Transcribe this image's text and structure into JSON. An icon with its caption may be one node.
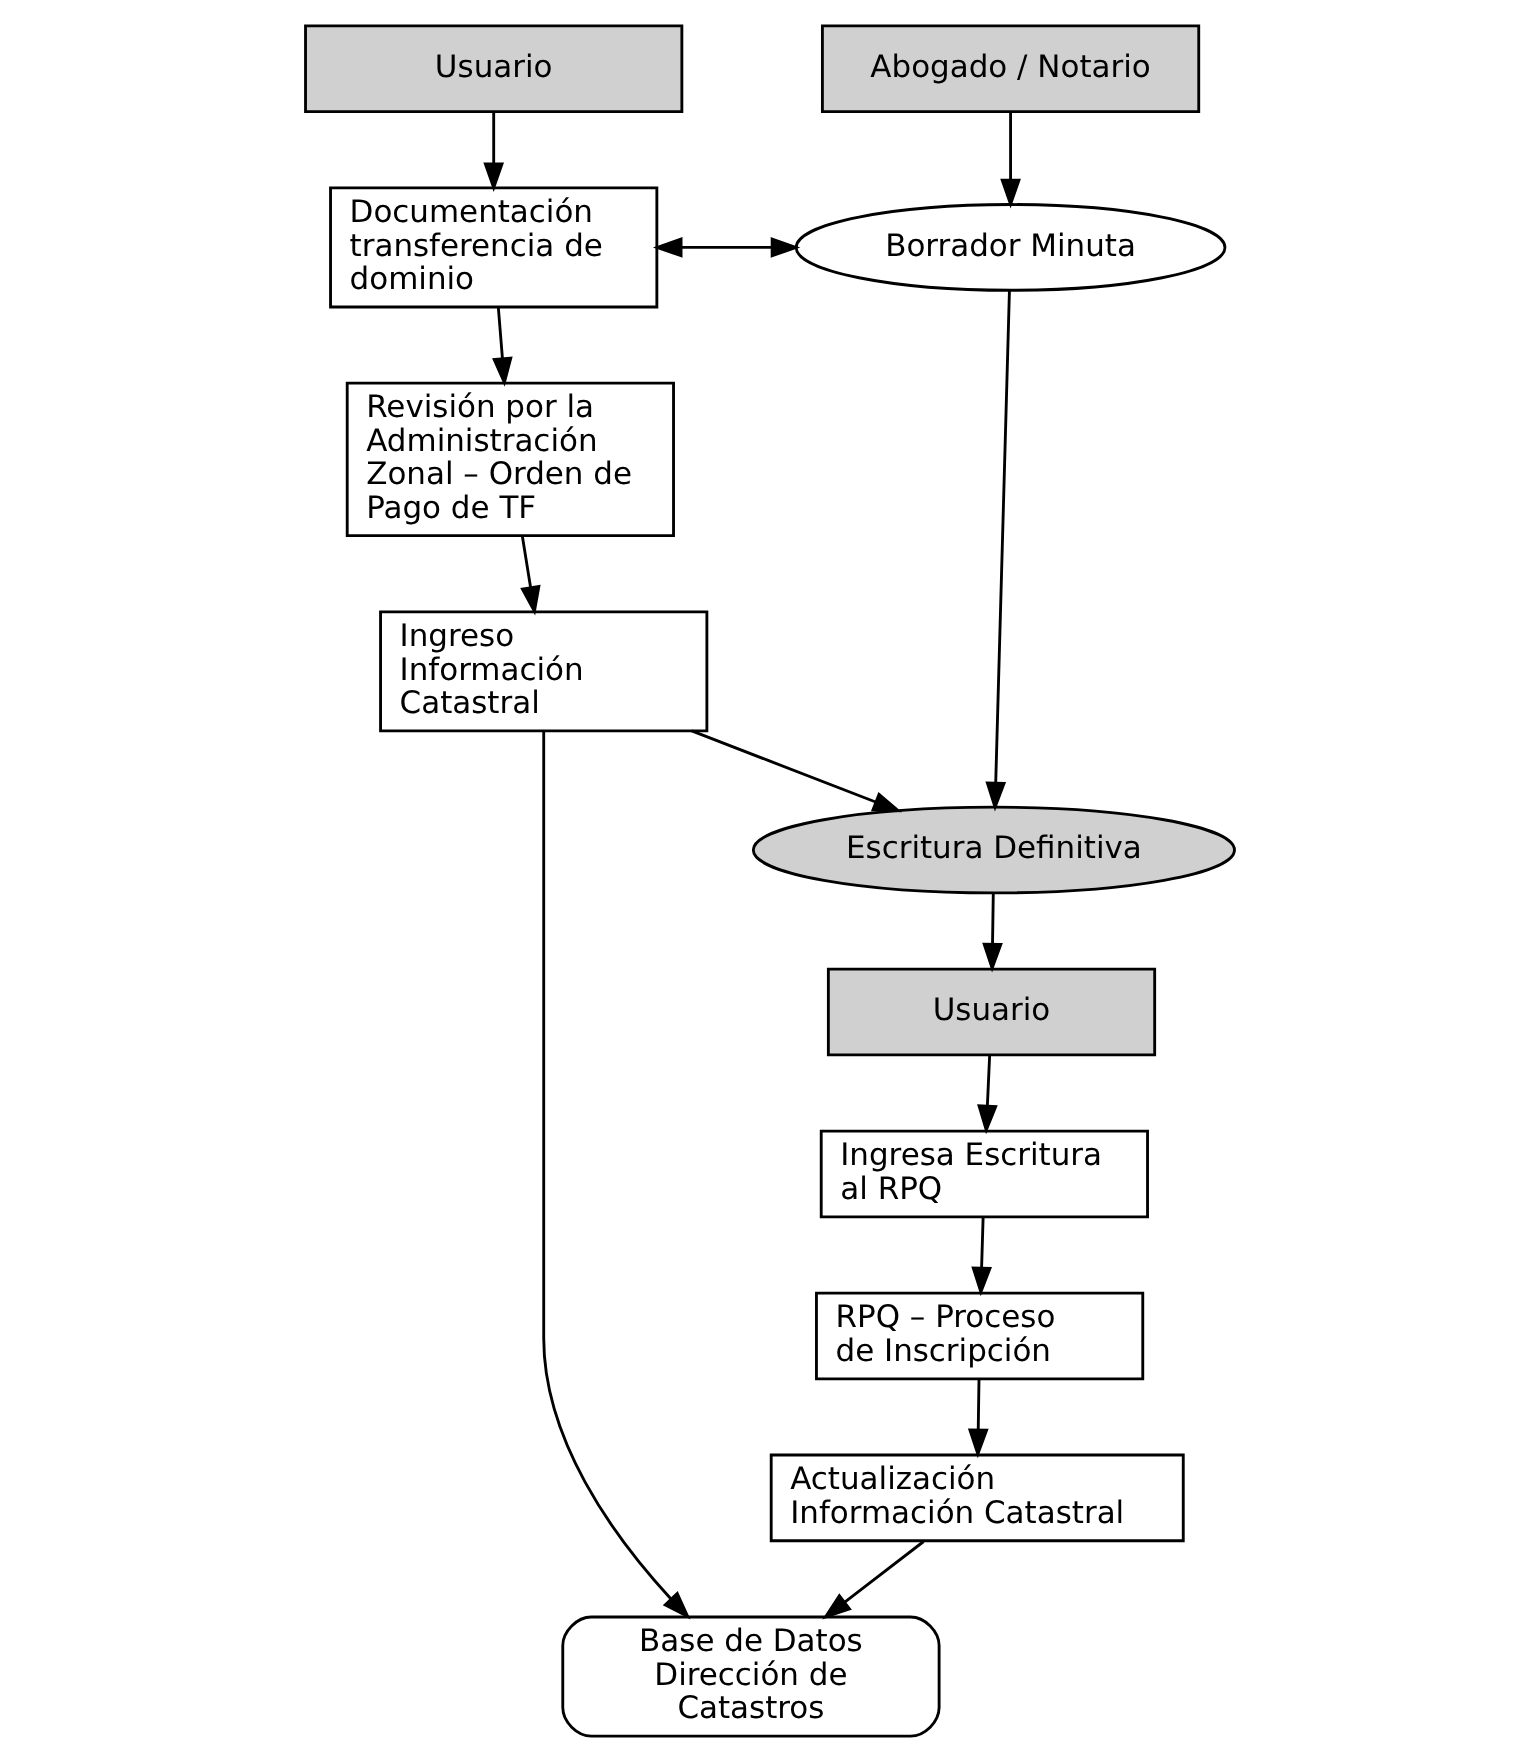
{
  "diagram": {
    "nodes": [
      {
        "text": [
          "Usuario"
        ]
      },
      {
        "text": [
          "Abogado / Notario"
        ]
      },
      {
        "text": [
          "Documentación transferencia de dominio"
        ]
      },
      {
        "text": [
          "Borrador Minuta"
        ]
      },
      {
        "text": [
          "Escritura Definitiva"
        ]
      },
      {
        "text": [
          "Revisión por la Administración Zonal – Orden de Pago de TF"
        ]
      },
      {
        "text": [
          "Usuario"
        ]
      },
      {
        "text": [
          "Ingreso Información Catastral"
        ]
      },
      {
        "text": [
          "Ingresa Escritura al RPQ"
        ]
      },
      {
        "text": [
          "RPQ – Proceso de Inscripción"
        ]
      },
      {
        "text": [
          "Base de Datos Dirección de Catastros"
        ]
      },
      {
        "text": [
          "Actualización Información Catastral"
        ]
      }
    ],
    "edges": [
      {
        "from": 0,
        "to": 2,
        "arrow": "to"
      },
      {
        "from": 1,
        "to": 3,
        "arrow": "to"
      },
      {
        "from": 2,
        "to": 3,
        "arrow": "both"
      },
      {
        "from": 3,
        "to": 4,
        "arrow": "to"
      },
      {
        "from": 2,
        "to": 5,
        "arrow": "to"
      },
      {
        "from": 5,
        "to": 7,
        "arrow": "to"
      },
      {
        "from": 7,
        "to": 4,
        "arrow": "to"
      },
      {
        "from": 4,
        "to": 6,
        "arrow": "to"
      },
      {
        "from": 6,
        "to": 8,
        "arrow": "to"
      },
      {
        "from": 8,
        "to": 9,
        "arrow": "to"
      },
      {
        "from": 9,
        "to": 11,
        "arrow": "to"
      },
      {
        "from": 7,
        "to": 10,
        "arrow": "to"
      },
      {
        "from": 11,
        "to": 10,
        "arrow": "to"
      }
    ]
  }
}
